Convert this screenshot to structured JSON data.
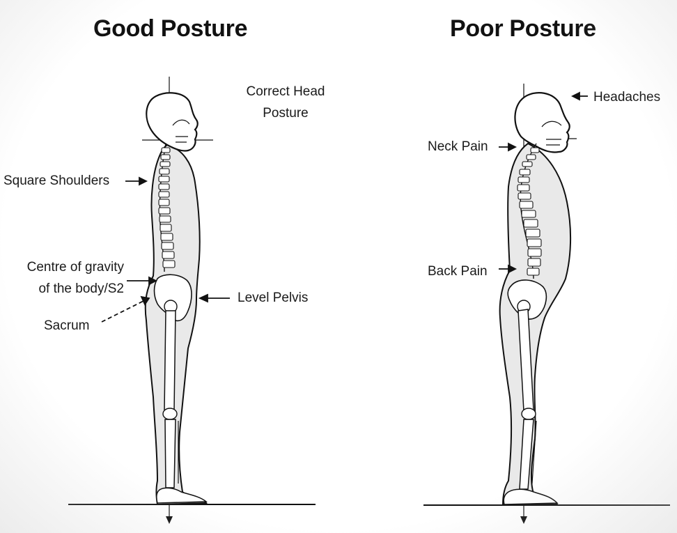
{
  "titles": {
    "good": "Good Posture",
    "poor": "Poor Posture"
  },
  "good_labels": {
    "correct_head_line1": "Correct Head",
    "correct_head_line2": "Posture",
    "square_shoulders": "Square Shoulders",
    "gravity_line1": "Centre of gravity",
    "gravity_line2": "of the body/S2",
    "sacrum": "Sacrum",
    "level_pelvis": "Level Pelvis"
  },
  "poor_labels": {
    "headaches": "Headaches",
    "neck_pain": "Neck Pain",
    "back_pain": "Back Pain"
  },
  "colors": {
    "ink": "#111111",
    "body_fill": "#e9e9e9",
    "bone_fill": "#ffffff"
  }
}
